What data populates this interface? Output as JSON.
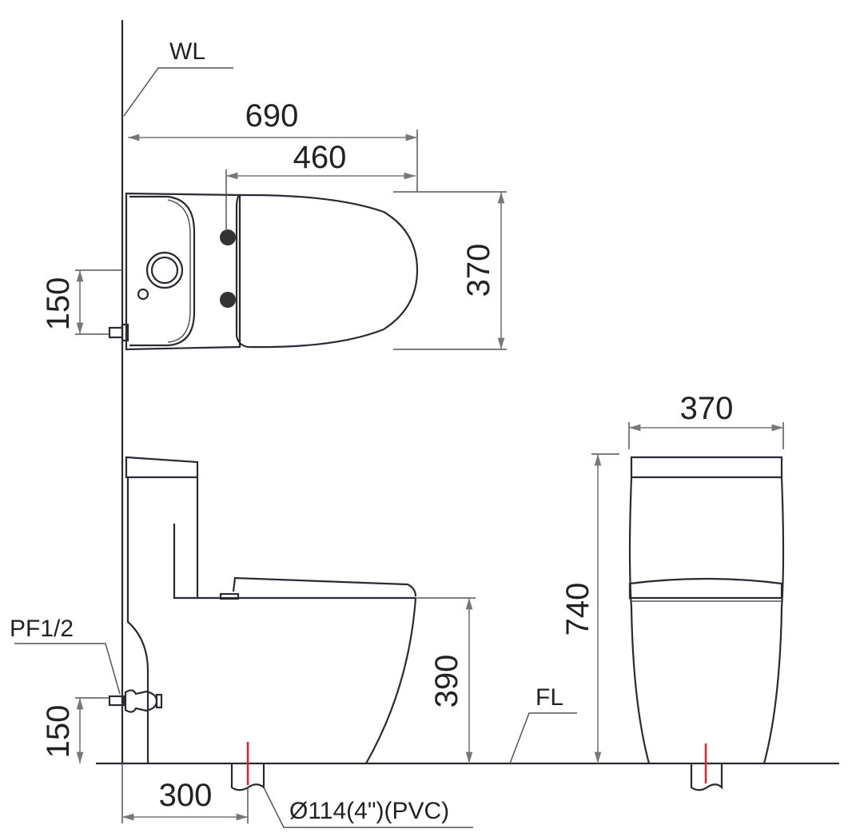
{
  "labels": {
    "wall_line": "WL",
    "floor_line": "FL",
    "water_inlet": "PF1/2",
    "drain_pipe": "Ø114(4\")(PVC)"
  },
  "dimensions": {
    "overall_length": "690",
    "seat_length": "460",
    "top_width": "370",
    "inlet_height_top": "150",
    "seat_height": "390",
    "inlet_height_side": "150",
    "rough_in": "300",
    "front_width": "370",
    "total_height": "740"
  },
  "colors": {
    "line": "#2a2a35",
    "drain_axis": "#e0202a"
  }
}
